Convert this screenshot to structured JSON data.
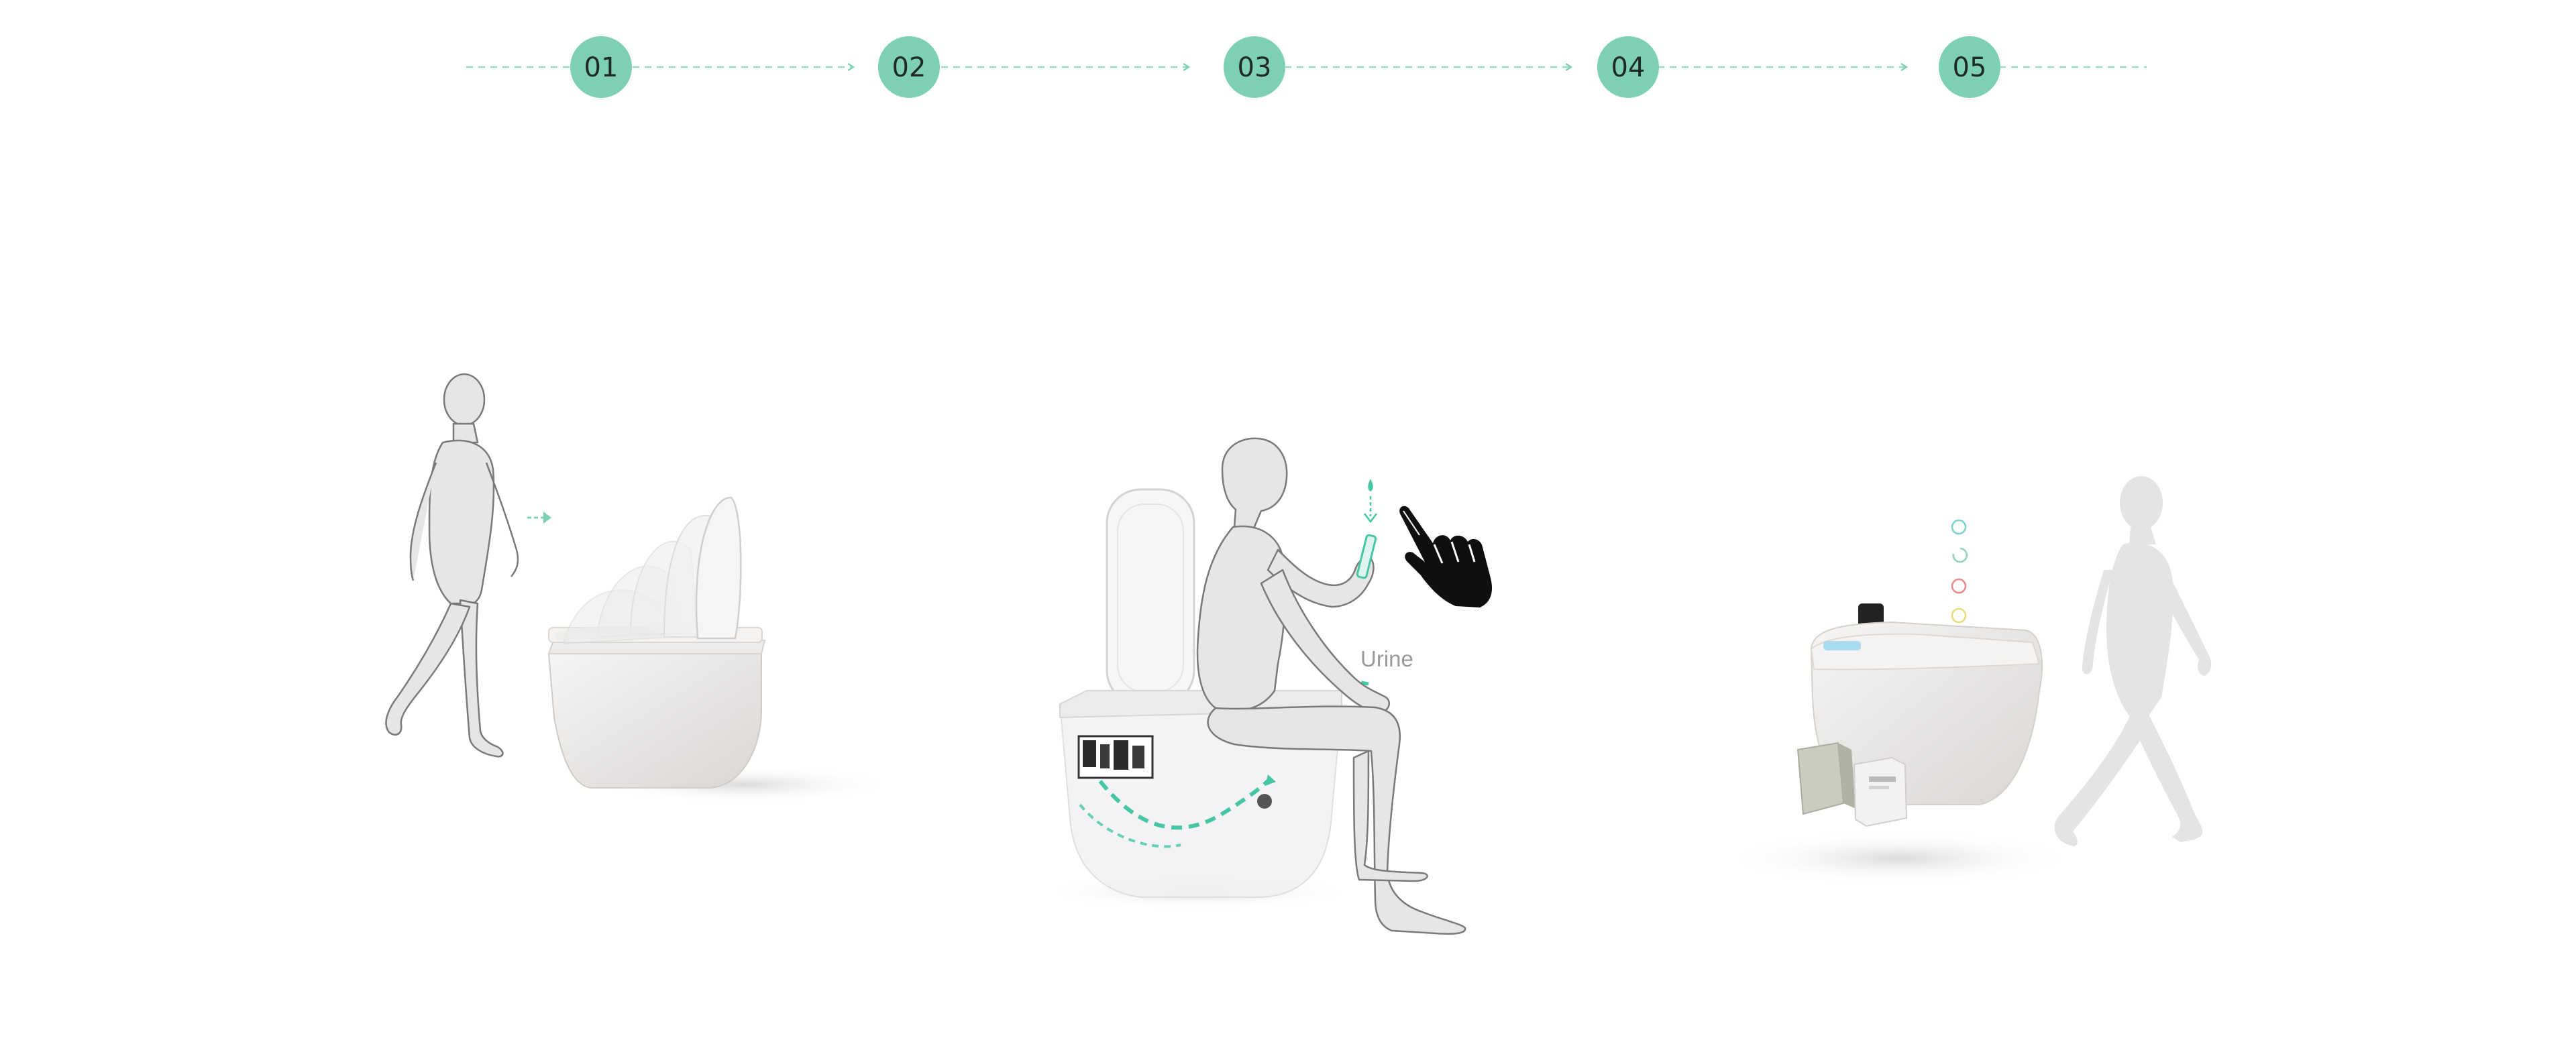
{
  "process": {
    "steps": [
      {
        "number": "01"
      },
      {
        "number": "02"
      },
      {
        "number": "03"
      },
      {
        "number": "04"
      },
      {
        "number": "05"
      }
    ]
  },
  "scene": {
    "urine_label": "Urine"
  },
  "colors": {
    "accent": "#7ED0B3",
    "step_text": "#1F2A28",
    "arrow": "#7ED0B3",
    "figure_fill": "#E6E6E6",
    "figure_stroke": "#7A7A7A",
    "toilet_body": "#E9E7E6",
    "ghost_figure": "#E3E3E3",
    "hand": "#111111",
    "indicator_colors": [
      "#7ED0C8",
      "#8FD3B6",
      "#E88A8A",
      "#E8DD7A"
    ]
  },
  "icons": [
    "arrow-right-icon",
    "pointing-hand-icon",
    "water-drop-icon"
  ]
}
